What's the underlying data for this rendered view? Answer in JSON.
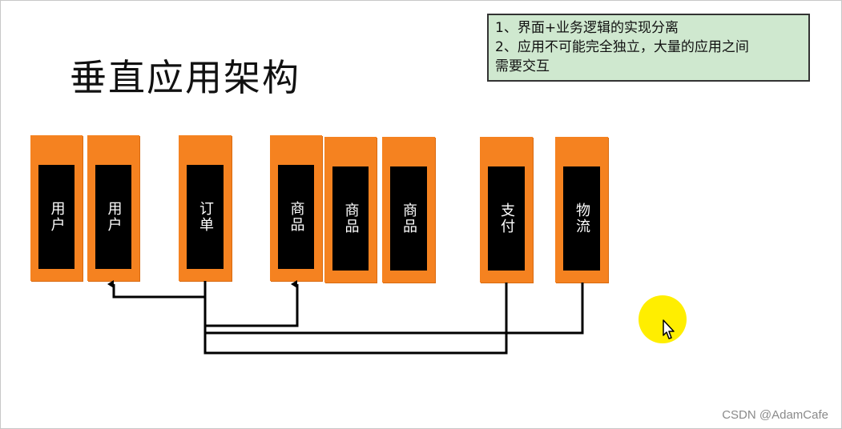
{
  "title": "垂直应用架构",
  "note": {
    "lines": [
      "1、界面+业务逻辑的实现分离",
      "2、应用不可能完全独立，大量的应用之间",
      "需要交互"
    ]
  },
  "boxes": [
    {
      "label": "用户"
    },
    {
      "label": "用户"
    },
    {
      "label": "订单"
    },
    {
      "label": "商品"
    },
    {
      "label": "商品"
    },
    {
      "label": "商品"
    },
    {
      "label": "支付"
    },
    {
      "label": "物流"
    }
  ],
  "colors": {
    "box_orange": "#f58220",
    "inner_black": "#000000",
    "note_green": "#cfe8cf",
    "cursor_yellow": "#ffee00"
  },
  "watermark": "CSDN @AdamCafe"
}
